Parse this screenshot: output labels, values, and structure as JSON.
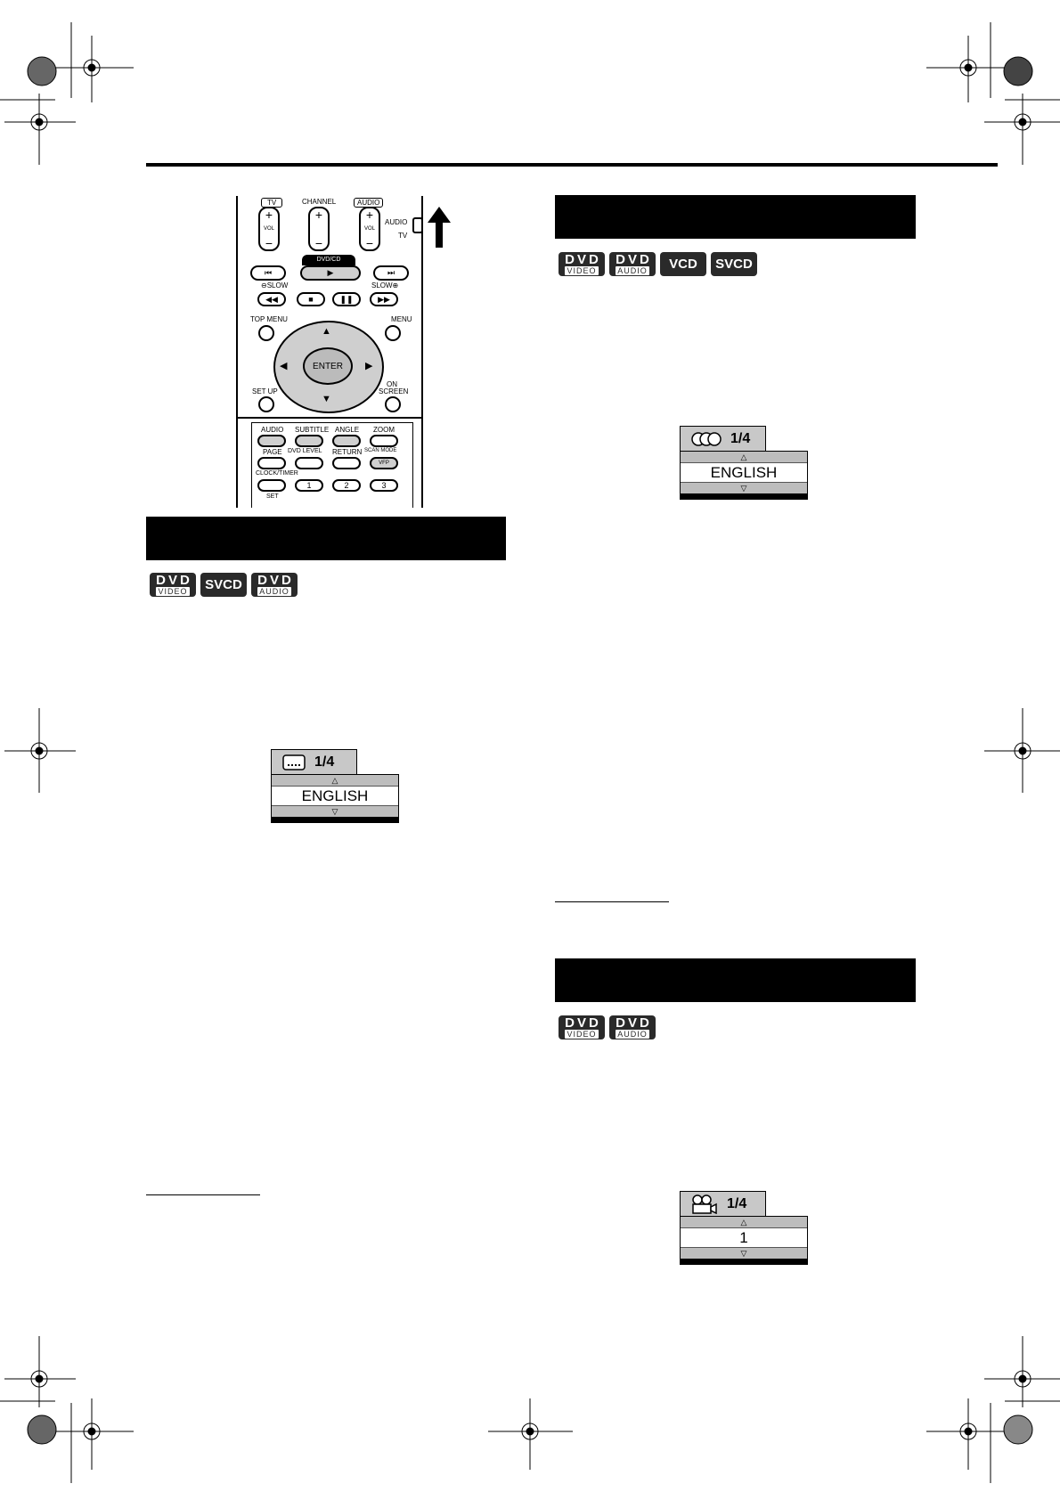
{
  "remote": {
    "tv_label": "TV",
    "channel_label": "CHANNEL",
    "audio_label": "AUDIO",
    "vol_label": "VOL",
    "switch_audio": "AUDIO",
    "switch_tv": "TV",
    "dvdcd_label": "DVD/CD",
    "slow_left": "⊖SLOW",
    "slow_right": "SLOW⊕",
    "top_menu": "TOP MENU",
    "menu": "MENU",
    "enter": "ENTER",
    "setup": "SET UP",
    "on_screen": "ON SCREEN",
    "row1": [
      "AUDIO",
      "SUBTITLE",
      "ANGLE",
      "ZOOM"
    ],
    "row2": [
      "PAGE",
      "DVD LEVEL",
      "RETURN",
      "SCAN MODE"
    ],
    "vfp": "VFP",
    "clock_timer": "CLOCK/TIMER",
    "set": "SET",
    "digits": [
      "1",
      "2",
      "3"
    ]
  },
  "subtitle_section": {
    "badges": [
      {
        "top": "DVD",
        "bottom": "VIDEO"
      },
      {
        "single": "SVCD"
      },
      {
        "top": "DVD",
        "bottom": "AUDIO"
      }
    ],
    "osd": {
      "counter": "1/4",
      "value": "ENGLISH",
      "icon": "subtitle-icon"
    }
  },
  "audio_section": {
    "badges": [
      {
        "top": "DVD",
        "bottom": "VIDEO"
      },
      {
        "top": "DVD",
        "bottom": "AUDIO"
      },
      {
        "single": "VCD"
      },
      {
        "single": "SVCD"
      }
    ],
    "osd": {
      "counter": "1/4",
      "value": "ENGLISH",
      "icon": "audio-icon"
    }
  },
  "angle_section": {
    "badges": [
      {
        "top": "DVD",
        "bottom": "VIDEO"
      },
      {
        "top": "DVD",
        "bottom": "AUDIO"
      }
    ],
    "osd": {
      "counter": "1/4",
      "value": "1",
      "icon": "camera-icon"
    }
  }
}
